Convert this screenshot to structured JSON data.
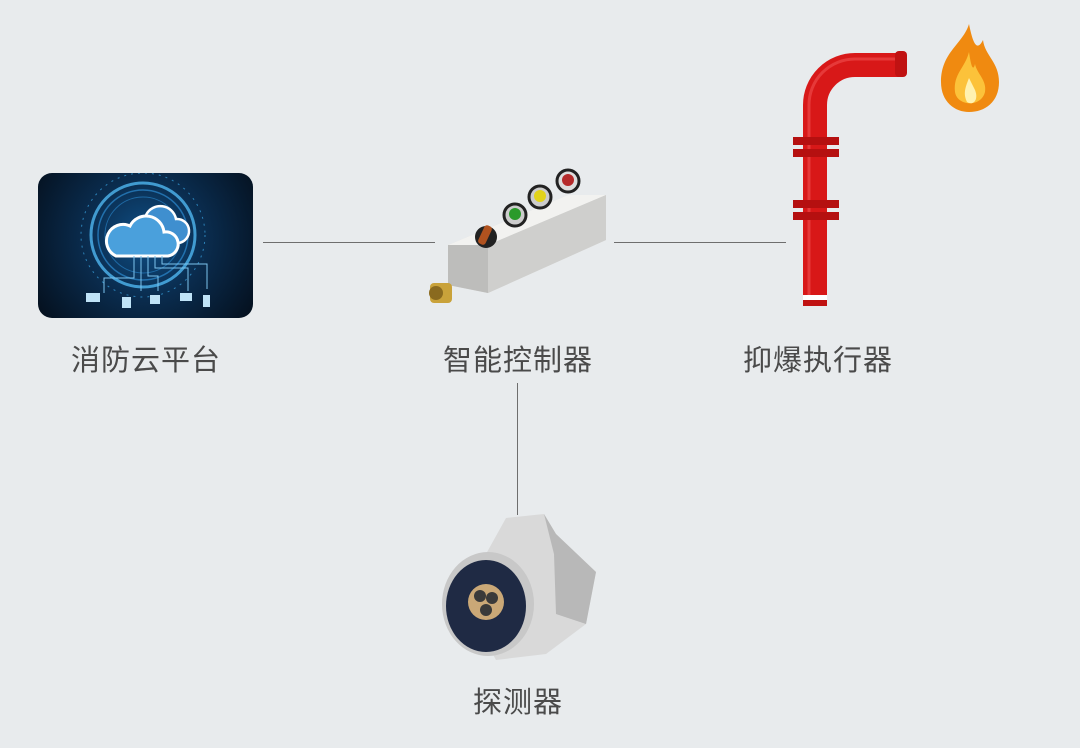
{
  "nodes": {
    "cloud": {
      "label": "消防云平台"
    },
    "controller": {
      "label": "智能控制器"
    },
    "suppressor": {
      "label": "抑爆执行器"
    },
    "detector": {
      "label": "探测器"
    }
  },
  "colors": {
    "background": "#e8ebed",
    "line": "#6e6e6e",
    "pipe": "#d81818",
    "cloud_bg": "#06223d",
    "cloud_accent": "#3ba7e6"
  }
}
